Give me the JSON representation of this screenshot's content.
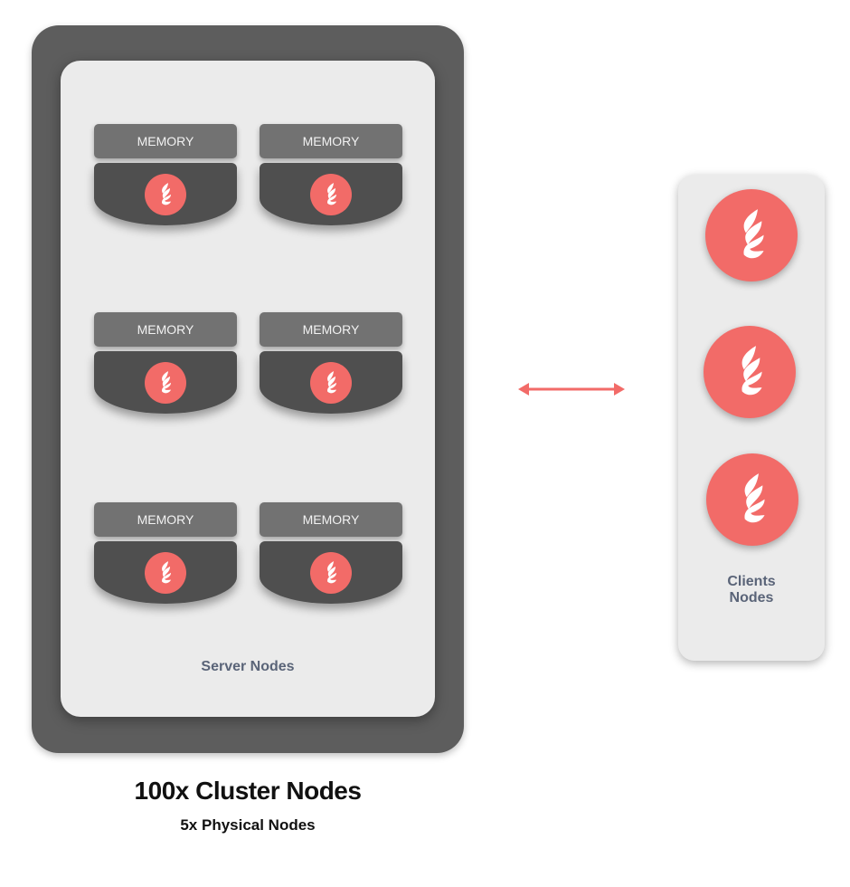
{
  "cluster": {
    "title": "100x Cluster Nodes",
    "subtitle": "5x Physical Nodes",
    "panel_label": "Server Nodes",
    "nodes": [
      {
        "label": "MEMORY",
        "icon": "flame-icon"
      },
      {
        "label": "MEMORY",
        "icon": "flame-icon"
      },
      {
        "label": "MEMORY",
        "icon": "flame-icon"
      },
      {
        "label": "MEMORY",
        "icon": "flame-icon"
      },
      {
        "label": "MEMORY",
        "icon": "flame-icon"
      },
      {
        "label": "MEMORY",
        "icon": "flame-icon"
      }
    ]
  },
  "clients": {
    "label_line1": "Clients",
    "label_line2": "Nodes",
    "count": 3
  },
  "connector": {
    "type": "bidirectional-arrow",
    "color": "#f26b68"
  },
  "colors": {
    "accent": "#f26b68",
    "frame": "#5d5d5d",
    "panel": "#ebebeb"
  }
}
